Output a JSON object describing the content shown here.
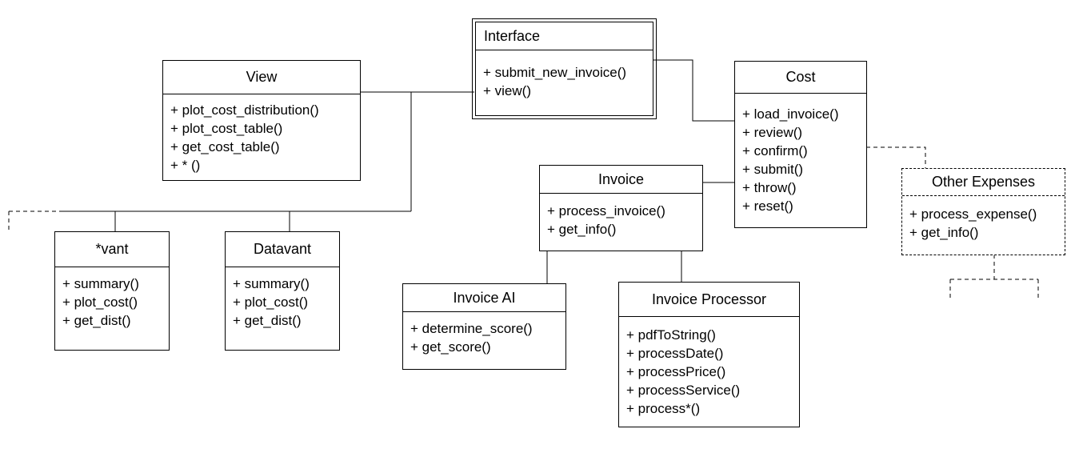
{
  "classes": {
    "interface": {
      "name": "Interface",
      "methods": [
        "+ submit_new_invoice()",
        "+ view()"
      ]
    },
    "view": {
      "name": "View",
      "methods": [
        "+ plot_cost_distribution()",
        "+ plot_cost_table()",
        "+ get_cost_table()",
        "+ * ()"
      ]
    },
    "cost": {
      "name": "Cost",
      "methods": [
        "+ load_invoice()",
        "+ review()",
        "+ confirm()",
        "+ submit()",
        "+ throw()",
        "+ reset()"
      ]
    },
    "other_expenses": {
      "name": "Other Expenses",
      "methods": [
        "+ process_expense()",
        "+ get_info()"
      ]
    },
    "invoice": {
      "name": "Invoice",
      "methods": [
        "+ process_invoice()",
        "+ get_info()"
      ]
    },
    "vant": {
      "name": "*vant",
      "methods": [
        "+ summary()",
        "+ plot_cost()",
        "+ get_dist()"
      ]
    },
    "datavant": {
      "name": "Datavant",
      "methods": [
        "+ summary()",
        "+ plot_cost()",
        "+ get_dist()"
      ]
    },
    "invoice_ai": {
      "name": "Invoice AI",
      "methods": [
        "+ determine_score()",
        "+ get_score()"
      ]
    },
    "invoice_processor": {
      "name": "Invoice Processor",
      "methods": [
        "+ pdfToString()",
        "+ processDate()",
        "+ processPrice()",
        "+ processService()",
        "+ process*()"
      ]
    }
  }
}
